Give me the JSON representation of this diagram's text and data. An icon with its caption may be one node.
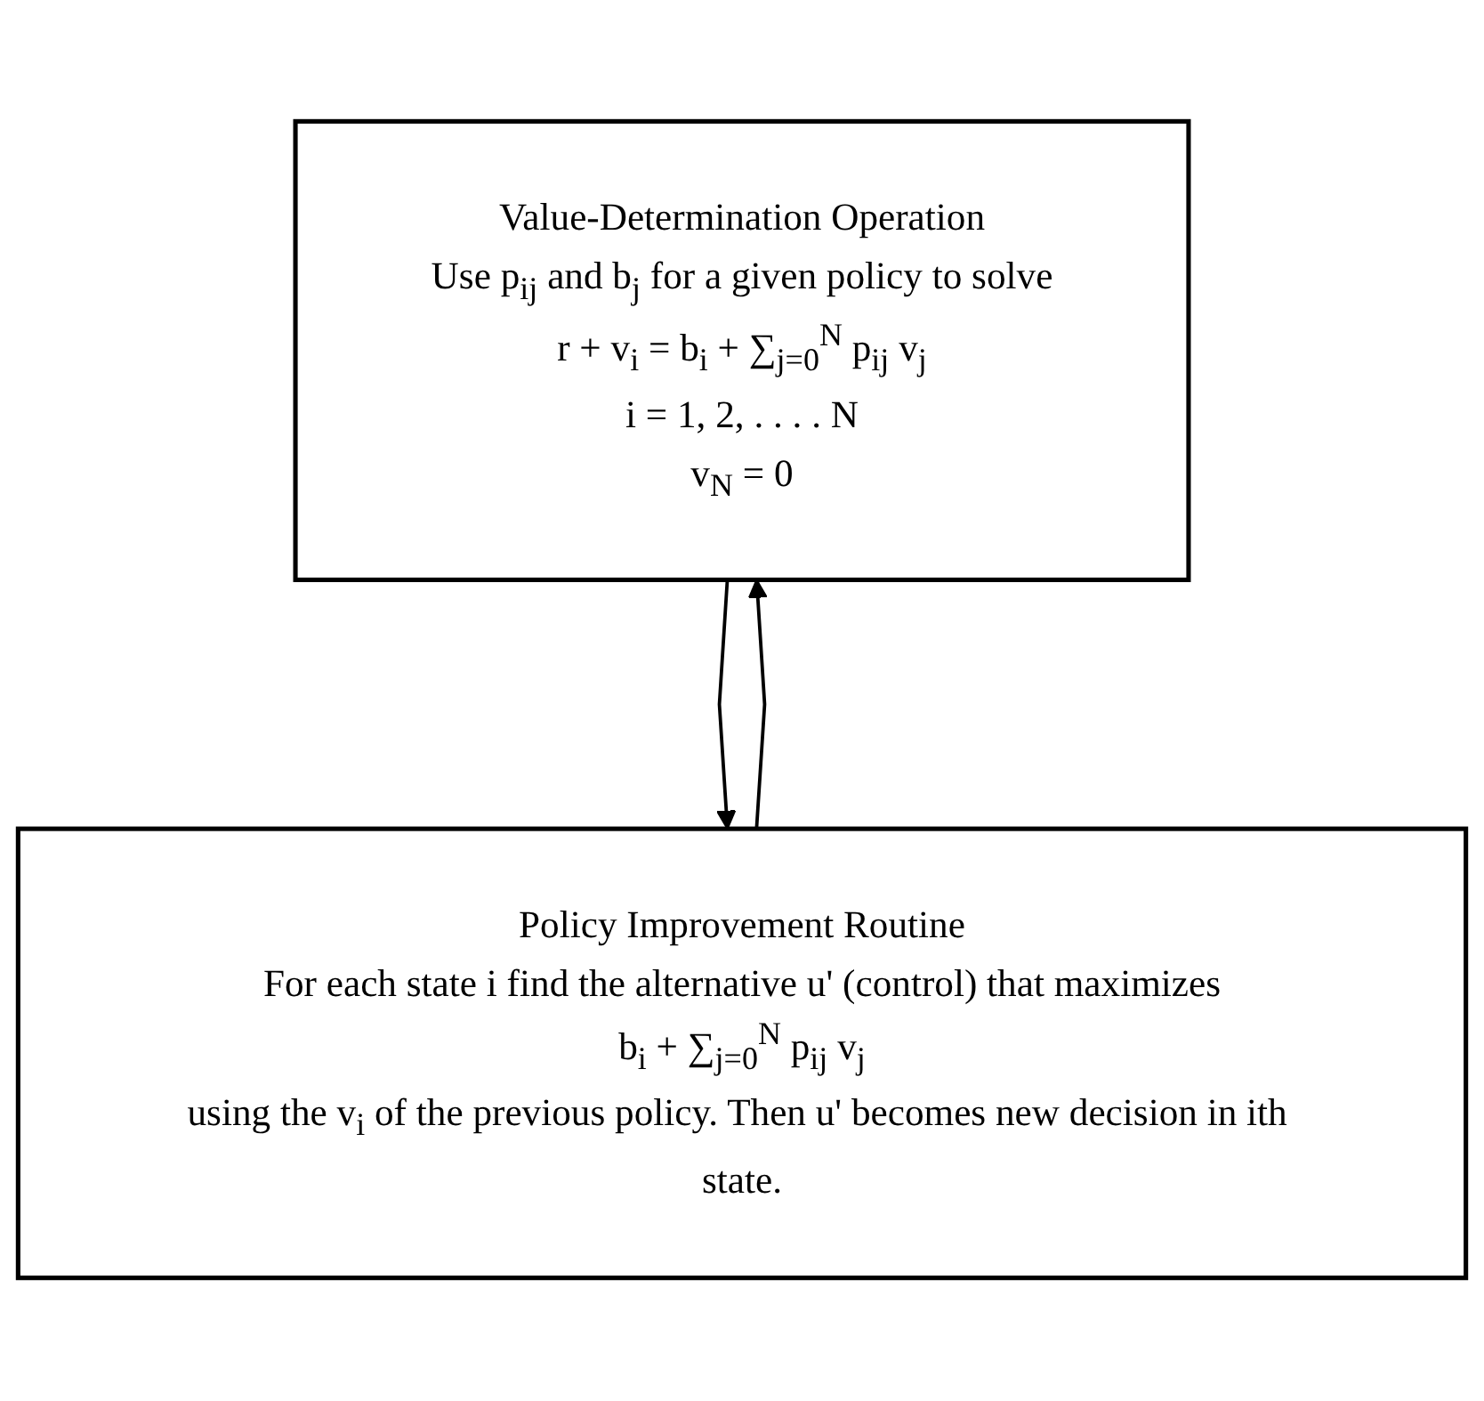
{
  "diagram": {
    "nodes": [
      {
        "text": [
          "Value-Determination Operation",
          "Use p$_{ij}$ and b$_{j}$ for a given policy to solve",
          "r + v$_{i}$ = b$_{i}$ + ∑$_{j=0}$$^{N}$ p$_{ij}$ v$_{j}$",
          "i = 1, 2, . . . . N",
          "v$_{N}$ = 0"
        ]
      },
      {
        "text": [
          "Policy Improvement Routine",
          "For each state i find the alternative u' (control) that maximizes",
          "b$_{i}$ + ∑$_{j=0}$$^{N}$ p$_{ij}$ v$_{j}$",
          "using the v$_{i}$ of the previous policy. Then u' becomes new decision in ith state."
        ]
      }
    ],
    "edges": [
      {
        "from": 0,
        "to": 1,
        "arrow": "to"
      },
      {
        "from": 1,
        "to": 0,
        "arrow": "to"
      }
    ]
  }
}
